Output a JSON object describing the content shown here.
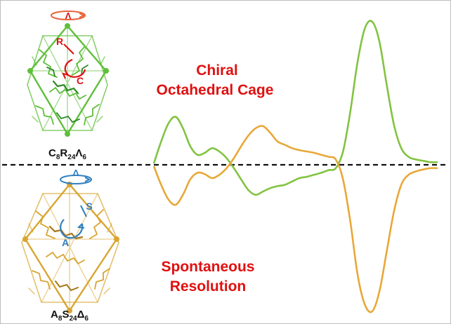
{
  "title": {
    "line1": "Chiral",
    "line2": "Octahedral Cage",
    "color": "#e01010"
  },
  "subtitle": {
    "line1": "Spontaneous",
    "line2": "Resolution",
    "color": "#e01010"
  },
  "top_cage": {
    "formula": {
      "base1": "C",
      "sub1": "8",
      "base2": "R",
      "sub2": "24",
      "base3": "Λ",
      "sub3": "6"
    },
    "color": "#5fbf3a",
    "labels": {
      "rotation": "Λ",
      "outer": "R",
      "inner": "C"
    },
    "label_color": "#e01010"
  },
  "bottom_cage": {
    "formula": {
      "base1": "A",
      "sub1": "8",
      "base2": "S",
      "sub2": "24",
      "base3": "Δ",
      "sub3": "6"
    },
    "color": "#d9a531",
    "labels": {
      "rotation": "Δ",
      "outer": "S",
      "inner": "A"
    },
    "label_color": "#2f7fc0"
  },
  "chart_data": {
    "type": "line",
    "title": "",
    "xlabel": "",
    "ylabel": "",
    "baseline": 0,
    "series": [
      {
        "color": "#82c341",
        "values": [
          0.02,
          0.35,
          0.62,
          0.72,
          0.55,
          0.28,
          0.15,
          0.18,
          0.25,
          0.2,
          0.1,
          -0.05,
          -0.22,
          -0.38,
          -0.45,
          -0.4,
          -0.35,
          -0.32,
          -0.3,
          -0.25,
          -0.2,
          -0.18,
          -0.15,
          -0.12,
          -0.08,
          -0.05,
          0.2,
          0.8,
          1.55,
          2.05,
          2.15,
          1.85,
          1.2,
          0.6,
          0.25,
          0.12,
          0.08,
          0.06,
          0.04,
          0.04
        ]
      },
      {
        "color": "#e8a838",
        "values": [
          -0.02,
          -0.3,
          -0.52,
          -0.6,
          -0.45,
          -0.22,
          -0.12,
          -0.14,
          -0.2,
          -0.15,
          -0.05,
          0.1,
          0.28,
          0.44,
          0.55,
          0.58,
          0.48,
          0.35,
          0.3,
          0.25,
          0.22,
          0.2,
          0.18,
          0.15,
          0.12,
          0.08,
          -0.22,
          -0.85,
          -1.65,
          -2.1,
          -2.2,
          -1.9,
          -1.3,
          -0.7,
          -0.3,
          -0.15,
          -0.1,
          -0.07,
          -0.05,
          -0.05
        ]
      }
    ]
  }
}
